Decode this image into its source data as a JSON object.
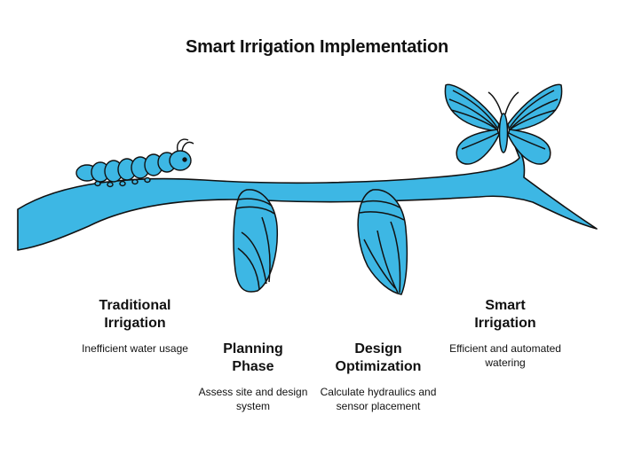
{
  "title": "Smart Irrigation Implementation",
  "colors": {
    "fill": "#3db7e4",
    "stroke": "#111111",
    "text": "#111111"
  },
  "icons": [
    "caterpillar-icon",
    "chrysalis-icon",
    "chrysalis-icon",
    "butterfly-icon",
    "branch-icon"
  ],
  "stages": [
    {
      "heading_line1": "Traditional",
      "heading_line2": "Irrigation",
      "description": "Inefficient water usage"
    },
    {
      "heading_line1": "Planning",
      "heading_line2": "Phase",
      "description": "Assess site and design system"
    },
    {
      "heading_line1": "Design",
      "heading_line2": "Optimization",
      "description": "Calculate hydraulics and sensor placement"
    },
    {
      "heading_line1": "Smart",
      "heading_line2": "Irrigation",
      "description": "Efficient and automated watering"
    }
  ]
}
